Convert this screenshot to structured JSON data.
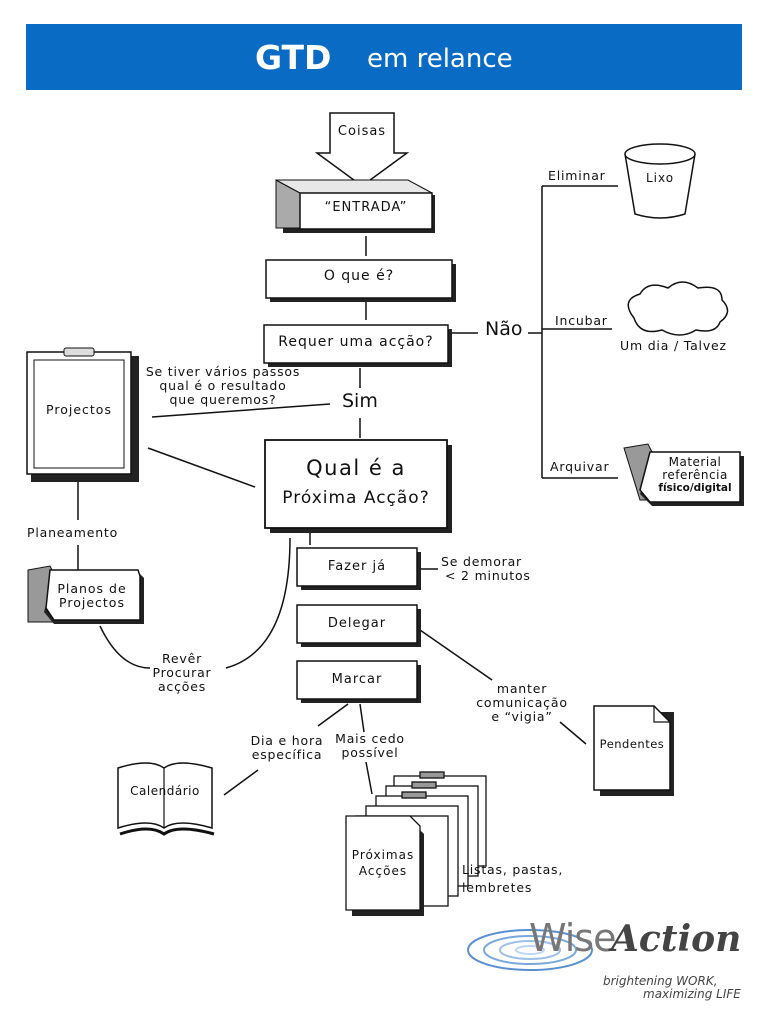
{
  "header": {
    "title": "GTD",
    "subtitle": "em relance"
  },
  "nodes": {
    "coisas": "Coisas",
    "entrada": "“ENTRADA”",
    "o_que_e": "O que é?",
    "requer": "Requer uma acção?",
    "nao": "Não",
    "sim": "Sim",
    "qual1": "Qual é a",
    "qual2": "Próxima Acção?",
    "fazer": "Fazer já",
    "delegar": "Delegar",
    "marcar": "Marcar",
    "projectos": "Projectos",
    "planos1": "Planos de",
    "planos2": "Projectos",
    "lixo": "Lixo",
    "material1": "Material",
    "material2": "referência",
    "material3": "físico/digital",
    "pendentes": "Pendentes",
    "calendario": "Calendário",
    "proximas1": "Próximas",
    "proximas2": "Acções"
  },
  "labels": {
    "eliminar": "Eliminar",
    "incubar": "Incubar",
    "um_dia": "Um dia / Talvez",
    "arquivar": "Arquivar",
    "passos1": "Se tiver vários passos",
    "passos2": "qual é o resultado",
    "passos3": "que queremos?",
    "planeamento": "Planeamento",
    "rever1": "Revêr",
    "rever2": "Procurar",
    "rever3": "acções",
    "demorar1": "Se demorar",
    "demorar2": "< 2 minutos",
    "manter1": "manter",
    "manter2": "comunicação",
    "manter3": "e “vigia”",
    "dia1": "Dia e hora",
    "dia2": "específica",
    "cedo1": "Mais cedo",
    "cedo2": "possível",
    "listas1": "Listas, pastas,",
    "listas2": "lembretes"
  },
  "logo": {
    "name_a": "Wise",
    "name_b": "Action",
    "tagline1": "brightening WORK,",
    "tagline2": "maximizing LIFE"
  },
  "colors": {
    "banner": "#0a6bc4",
    "shadow": "#222222",
    "folder_gray": "#a8a8a8"
  }
}
